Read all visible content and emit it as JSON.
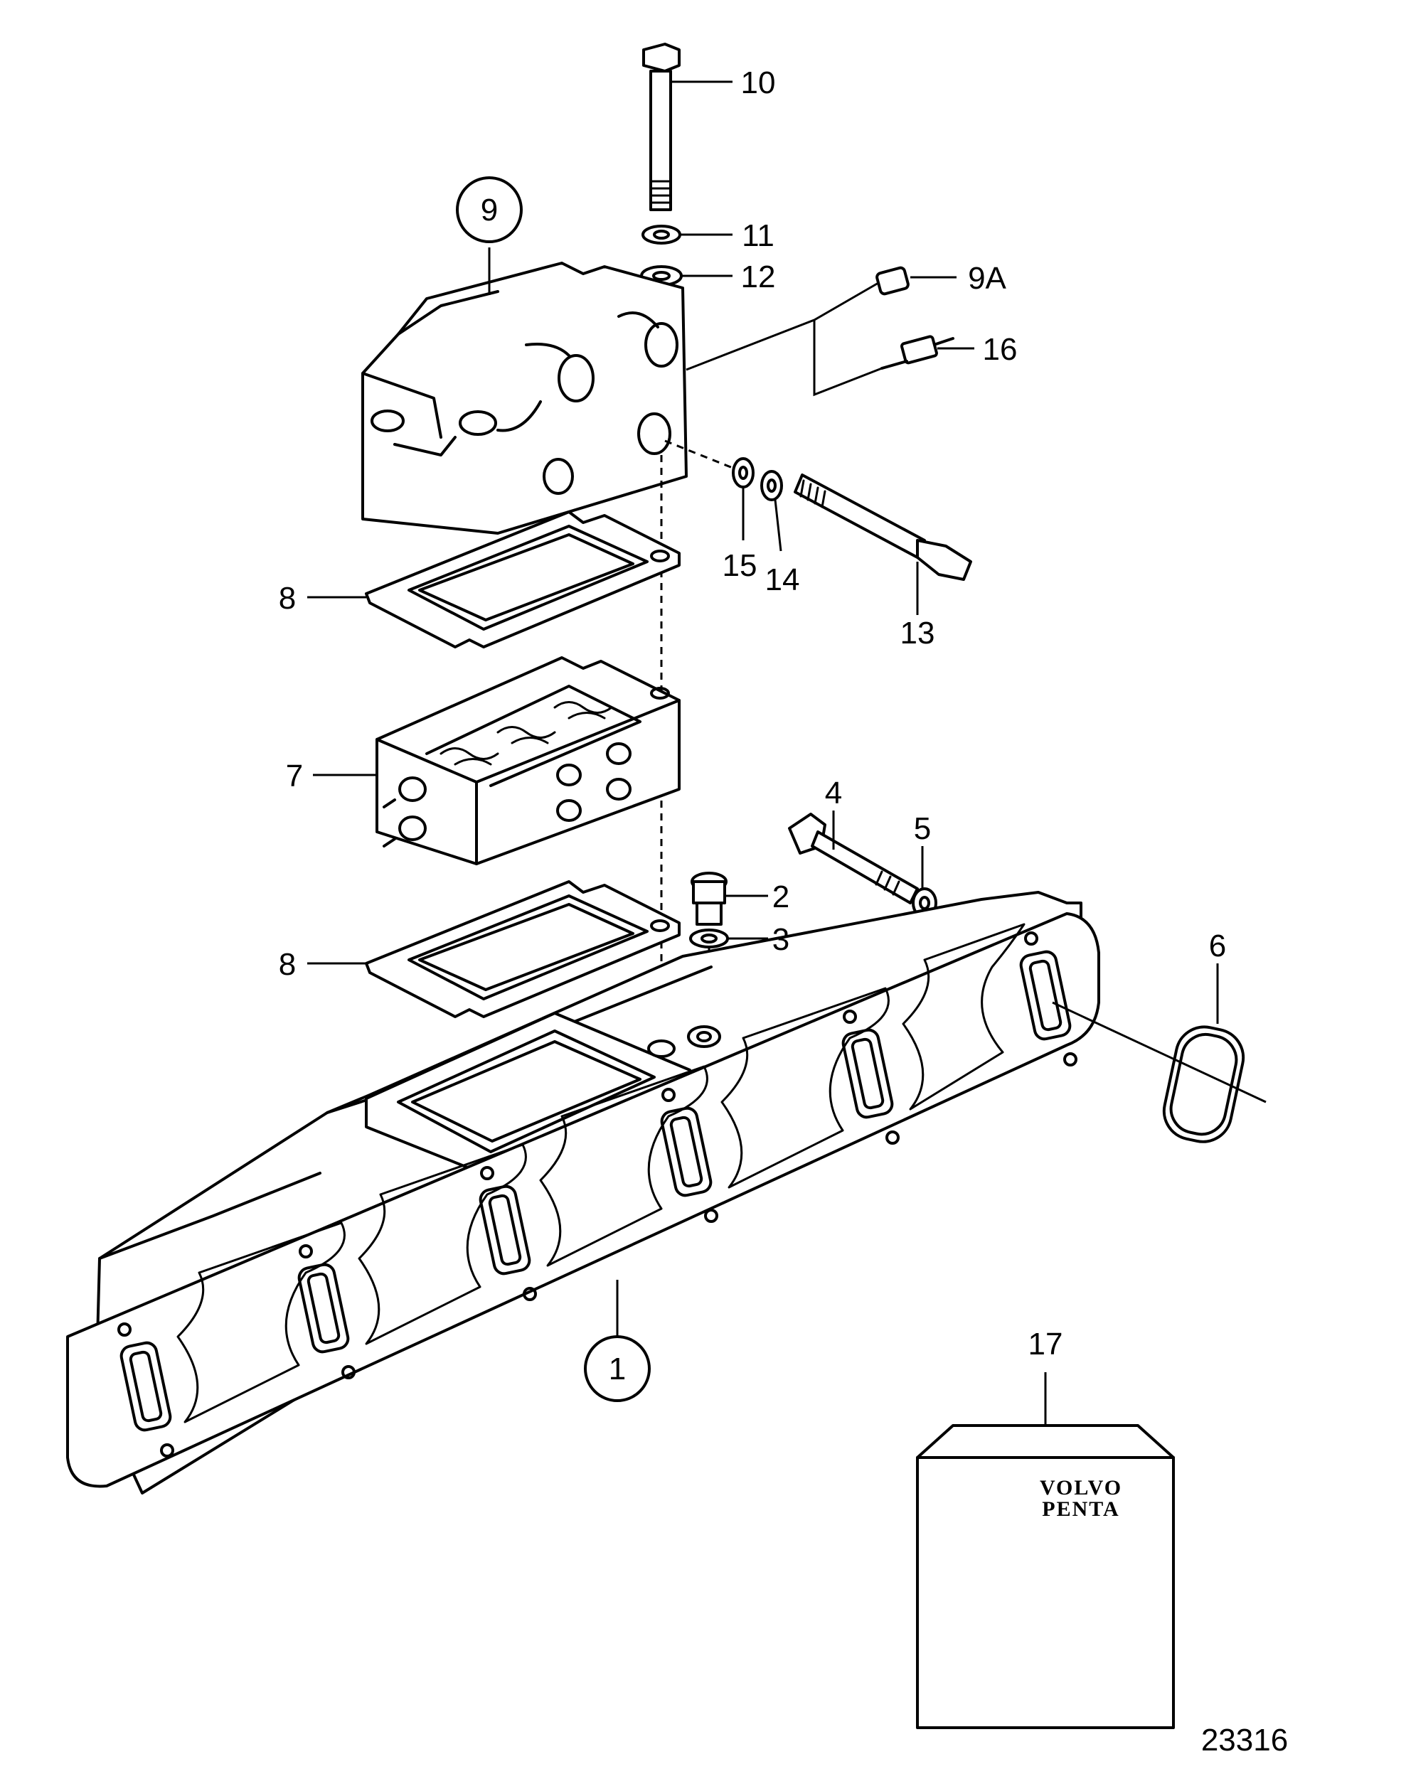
{
  "diagram_id": "23316",
  "callouts": [
    {
      "id": "1",
      "label": "1",
      "circled": true
    },
    {
      "id": "2",
      "label": "2"
    },
    {
      "id": "3",
      "label": "3"
    },
    {
      "id": "4",
      "label": "4"
    },
    {
      "id": "5",
      "label": "5"
    },
    {
      "id": "6",
      "label": "6"
    },
    {
      "id": "7",
      "label": "7"
    },
    {
      "id": "8a",
      "label": "8"
    },
    {
      "id": "8b",
      "label": "8"
    },
    {
      "id": "9",
      "label": "9",
      "circled": true
    },
    {
      "id": "9a",
      "label": "9A"
    },
    {
      "id": "10",
      "label": "10"
    },
    {
      "id": "11",
      "label": "11"
    },
    {
      "id": "12",
      "label": "12"
    },
    {
      "id": "13",
      "label": "13"
    },
    {
      "id": "14",
      "label": "14"
    },
    {
      "id": "15",
      "label": "15"
    },
    {
      "id": "16",
      "label": "16"
    },
    {
      "id": "17",
      "label": "17"
    }
  ],
  "logo": {
    "line1": "VOLVO",
    "line2": "PENTA"
  }
}
